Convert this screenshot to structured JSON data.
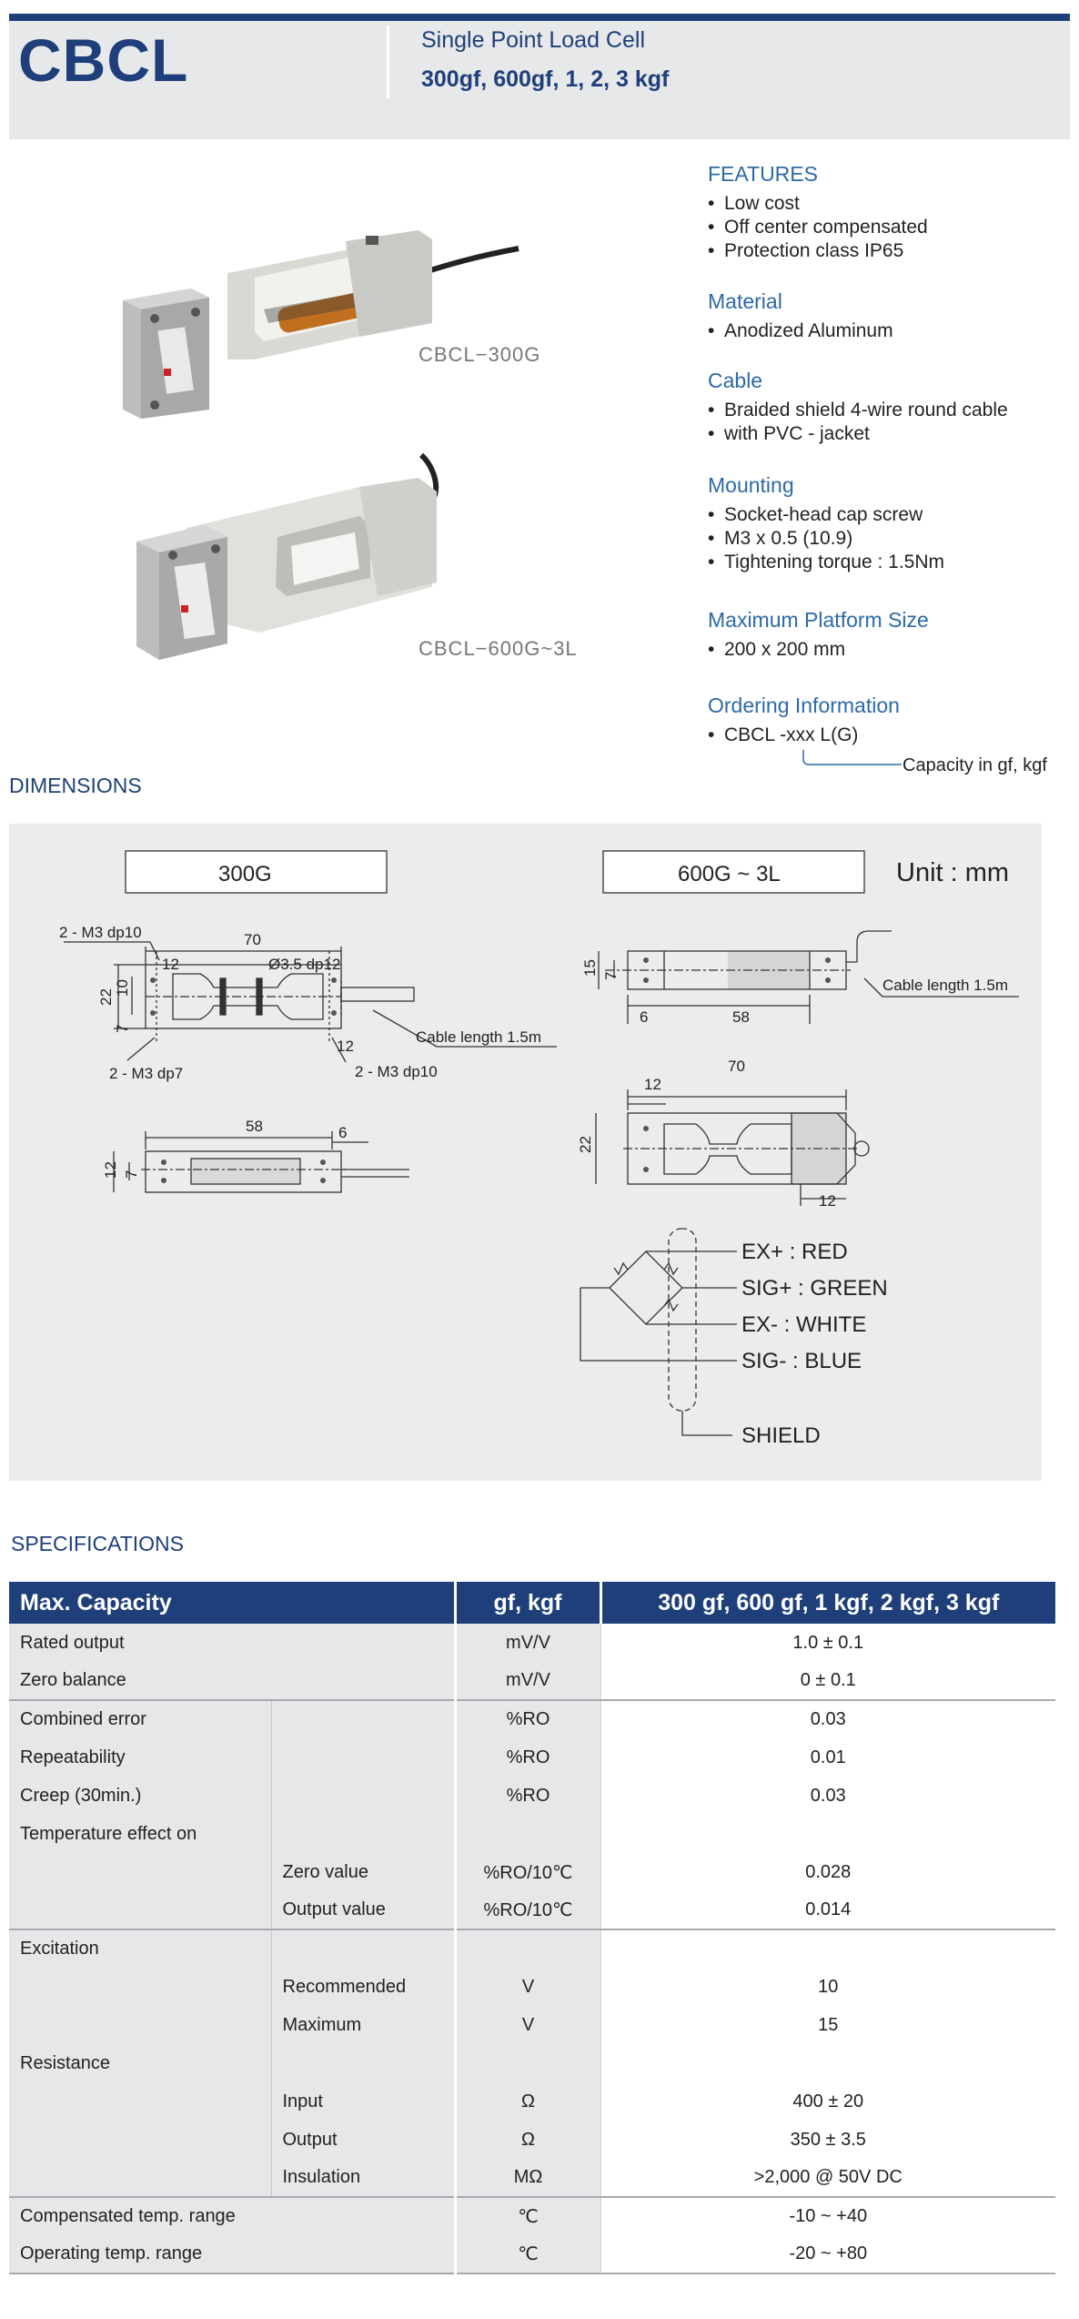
{
  "header": {
    "title": "CBCL",
    "subtitle": "Single Point Load Cell",
    "capacities": "300gf, 600gf, 1, 2, 3 kgf"
  },
  "products": [
    {
      "caption": "CBCL−300G"
    },
    {
      "caption": "CBCL−600G~3L"
    }
  ],
  "features": {
    "heading": "FEATURES",
    "items": [
      "Low cost",
      "Off center compensated",
      "Protection class IP65"
    ],
    "material_heading": "Material",
    "material_items": [
      "Anodized Aluminum"
    ],
    "cable_heading": "Cable",
    "cable_items": [
      "Braided shield 4-wire round cable",
      "with PVC - jacket"
    ],
    "mounting_heading": "Mounting",
    "mounting_items": [
      "Socket-head cap screw",
      "M3 x 0.5 (10.9)",
      "Tightening torque : 1.5Nm"
    ],
    "platform_heading": "Maximum Platform Size",
    "platform_items": [
      "200 x 200 mm"
    ],
    "ordering_heading": "Ordering Information",
    "ordering_items": [
      "CBCL -xxx L(G)"
    ],
    "ordering_note": "Capacity in gf, kgf"
  },
  "dimensions": {
    "heading": "DIMENSIONS",
    "box_300": "300G",
    "box_600": "600G ~ 3L",
    "unit": "Unit : mm",
    "labels": {
      "m3dp10_top": "2 - M3 dp10",
      "d70": "70",
      "d12": "12",
      "bore": "Ø3.5 dp12",
      "d22": "22",
      "d10": "10",
      "d7": "7",
      "m3dp7": "2 - M3 dp7",
      "cable": "Cable length 1.5m",
      "m3dp10_bot": "2 - M3 dp10",
      "d58": "58",
      "d6": "6",
      "d15": "15"
    },
    "wiring": [
      "EX+ : RED",
      "SIG+ : GREEN",
      "EX- : WHITE",
      "SIG- : BLUE",
      "SHIELD"
    ]
  },
  "specifications": {
    "heading": "SPECIFICATIONS",
    "columns": [
      "Max. Capacity",
      "gf, kgf",
      "300 gf,  600 gf, 1 kgf,  2 kgf,  3 kgf"
    ],
    "rows": [
      {
        "a": "Rated output",
        "b": "",
        "unit": "mV/V",
        "value": "1.0 ± 0.1",
        "grp": false
      },
      {
        "a": "Zero balance",
        "b": "",
        "unit": "mV/V",
        "value": "0 ± 0.1",
        "grp": false
      },
      {
        "a": "Combined error",
        "b": "",
        "unit": "%RO",
        "value": "0.03",
        "grp": true
      },
      {
        "a": "Repeatability",
        "b": "",
        "unit": "%RO",
        "value": "0.01",
        "grp": false
      },
      {
        "a": "Creep (30min.)",
        "b": "",
        "unit": "%RO",
        "value": "0.03",
        "grp": false
      },
      {
        "a": "Temperature effect on",
        "b": "",
        "unit": "",
        "value": "",
        "grp": false
      },
      {
        "a": "",
        "b": "Zero value",
        "unit": "%RO/10℃",
        "value": "0.028",
        "grp": false
      },
      {
        "a": "",
        "b": "Output  value",
        "unit": "%RO/10℃",
        "value": "0.014",
        "grp": false
      },
      {
        "a": "Excitation",
        "b": "",
        "unit": "",
        "value": "",
        "grp": true
      },
      {
        "a": "",
        "b": "Recommended",
        "unit": "V",
        "value": "10",
        "grp": false
      },
      {
        "a": "",
        "b": "Maximum",
        "unit": "V",
        "value": "15",
        "grp": false
      },
      {
        "a": "Resistance",
        "b": "",
        "unit": "",
        "value": "",
        "grp": false
      },
      {
        "a": "",
        "b": "Input",
        "unit": "Ω",
        "value": "400 ± 20",
        "grp": false
      },
      {
        "a": "",
        "b": "Output",
        "unit": "Ω",
        "value": "350 ± 3.5",
        "grp": false
      },
      {
        "a": "",
        "b": "Insulation",
        "unit": "MΩ",
        "value": ">2,000 @ 50V DC",
        "grp": false
      },
      {
        "a": "Compensated temp. range",
        "b": "",
        "unit": "℃",
        "value": "-10 ~ +40",
        "grp": true
      },
      {
        "a": "Operating temp. range",
        "b": "",
        "unit": "℃",
        "value": "-20 ~ +80",
        "grp": false
      }
    ]
  }
}
